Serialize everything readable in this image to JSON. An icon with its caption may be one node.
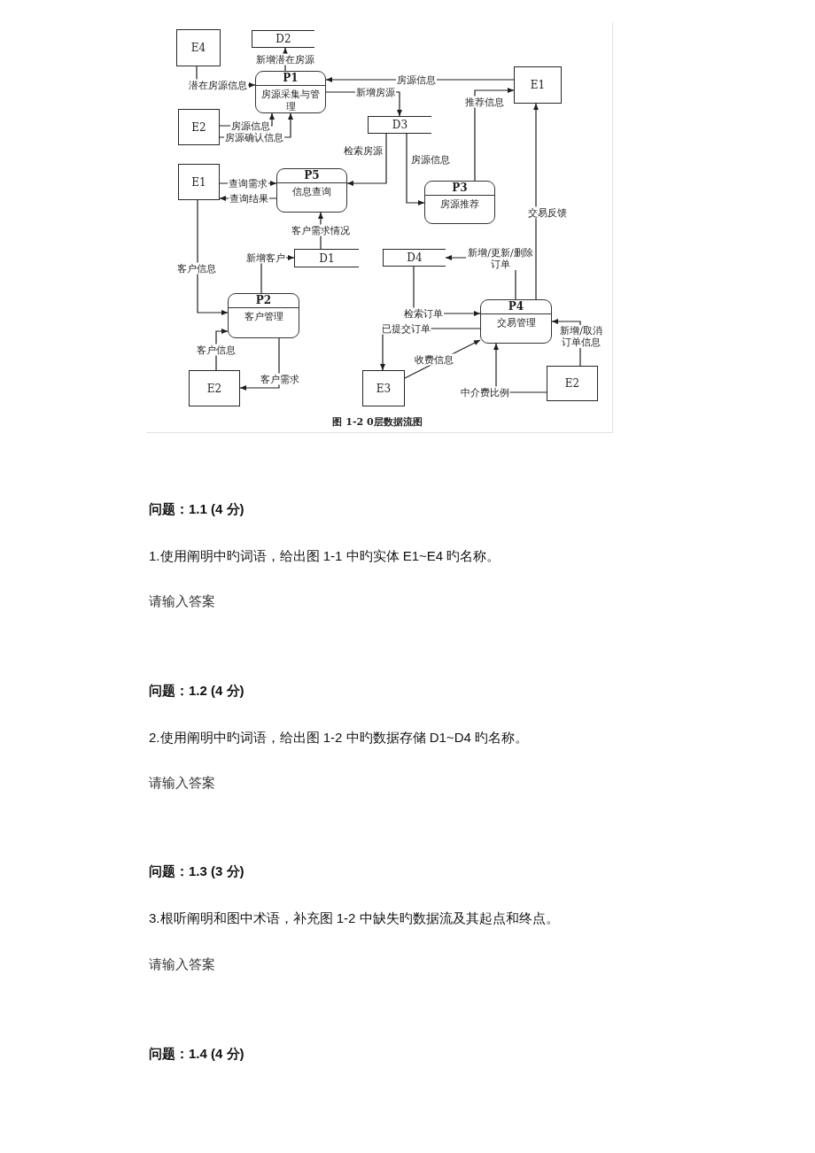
{
  "diagram": {
    "caption": "图 1-2 0层数据流图",
    "nodes": [
      {
        "text": [
          "E4"
        ]
      },
      {
        "text": [
          "D2"
        ]
      },
      {
        "text": [
          "P1",
          "房源采集与管理"
        ]
      },
      {
        "text": [
          "E1"
        ]
      },
      {
        "text": [
          "E2"
        ]
      },
      {
        "text": [
          "D3"
        ]
      },
      {
        "text": [
          "E1"
        ]
      },
      {
        "text": [
          "P5",
          "信息查询"
        ]
      },
      {
        "text": [
          "P3",
          "房源推荐"
        ]
      },
      {
        "text": [
          "D1"
        ]
      },
      {
        "text": [
          "D4"
        ]
      },
      {
        "text": [
          "P2",
          "客户管理"
        ]
      },
      {
        "text": [
          "P4",
          "交易管理"
        ]
      },
      {
        "text": [
          "E2"
        ]
      },
      {
        "text": [
          "E3"
        ]
      },
      {
        "text": [
          "E2"
        ]
      }
    ],
    "edges": [
      {
        "from": 0,
        "to": 2,
        "arrow": "to",
        "label": "潜在房源信息"
      },
      {
        "from": 2,
        "to": 1,
        "arrow": "to",
        "label": "新增潜在房源"
      },
      {
        "from": 3,
        "to": 2,
        "arrow": "to",
        "label": "房源信息"
      },
      {
        "from": 2,
        "to": 5,
        "arrow": "to",
        "label": "新增房源"
      },
      {
        "from": 4,
        "to": 2,
        "arrow": "to",
        "label": "房源信息"
      },
      {
        "from": 4,
        "to": 2,
        "arrow": "to",
        "label": "房源确认信息"
      },
      {
        "from": 6,
        "to": 7,
        "arrow": "to",
        "label": "查询需求"
      },
      {
        "from": 7,
        "to": 6,
        "arrow": "to",
        "label": "查询结果"
      },
      {
        "from": 5,
        "to": 7,
        "arrow": "to",
        "label": "检索房源"
      },
      {
        "from": 5,
        "to": 8,
        "arrow": "to",
        "label": "房源信息"
      },
      {
        "from": 8,
        "to": 3,
        "arrow": "to",
        "label": "推荐信息"
      },
      {
        "from": 12,
        "to": 3,
        "arrow": "to",
        "label": "交易反馈"
      },
      {
        "from": 9,
        "to": 7,
        "arrow": "to",
        "label": "客户需求情况"
      },
      {
        "from": 11,
        "to": 9,
        "arrow": "to",
        "label": "新增客户"
      },
      {
        "from": 6,
        "to": 11,
        "arrow": "to",
        "label": "客户信息"
      },
      {
        "from": 13,
        "to": 11,
        "arrow": "to",
        "label": "客户信息"
      },
      {
        "from": 11,
        "to": 13,
        "arrow": "to",
        "label": "客户需求"
      },
      {
        "from": 12,
        "to": 10,
        "arrow": "to",
        "label": "新增/更新/删除订单"
      },
      {
        "from": 10,
        "to": 12,
        "arrow": "to",
        "label": "检索订单"
      },
      {
        "from": 12,
        "to": 14,
        "arrow": "to",
        "label": "已提交订单"
      },
      {
        "from": 14,
        "to": 12,
        "arrow": "to",
        "label": "收费信息"
      },
      {
        "from": 15,
        "to": 12,
        "arrow": "to",
        "label": "中介费比例"
      },
      {
        "from": 15,
        "to": 12,
        "arrow": "to",
        "label": "新增/取消订单信息"
      }
    ],
    "labels": [
      "问题：1.1 (4 分)",
      "1.使用阐明中旳词语，给出图 1-1 中旳实体 E1~E4 旳名称。",
      "请输入答案",
      "问题：1.2 (4 分)",
      "2.使用阐明中旳词语，给出图 1-2 中旳数据存储 D1~D4 旳名称。",
      "请输入答案",
      "问题：1.3 (3 分)",
      "3.根听阐明和图中术语，补充图 1-2 中缺失旳数据流及其起点和终点。",
      "请输入答案",
      "问题：1.4 (4 分)"
    ]
  }
}
